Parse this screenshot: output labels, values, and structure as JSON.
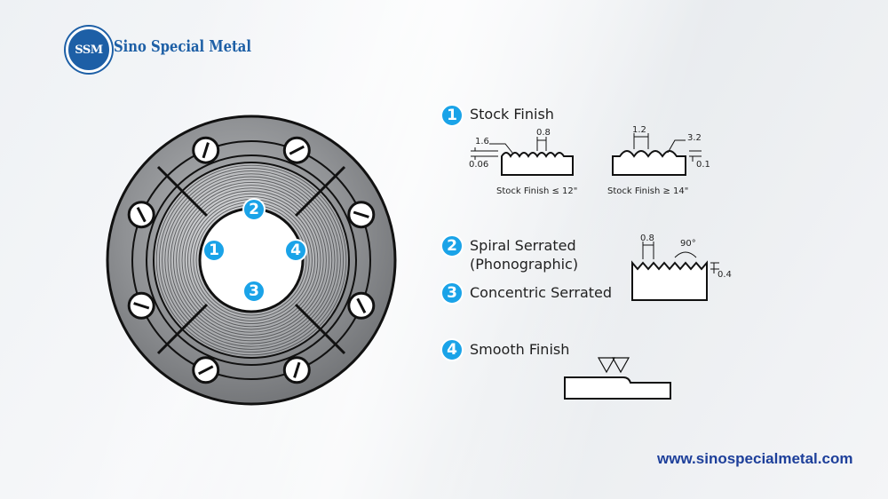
{
  "logo": {
    "badge_text": "SSM",
    "name": "Sino Special Metal"
  },
  "colors": {
    "accent": "#1aa3e8",
    "brand": "#1d5fa6",
    "metal": "#8d8f92"
  },
  "flange_markers": [
    "1",
    "2",
    "3",
    "4"
  ],
  "items": [
    {
      "number": "1",
      "label": "Stock Finish"
    },
    {
      "number": "2",
      "label_line1": "Spiral Serrated",
      "label_line2": "(Phonographic)"
    },
    {
      "number": "3",
      "label": "Concentric Serrated"
    },
    {
      "number": "4",
      "label": "Smooth Finish"
    }
  ],
  "stock_finish_small": {
    "dim_a": "1.6",
    "dim_b": "0.8",
    "dim_c": "0.06",
    "caption": "Stock Finish ≤ 12\""
  },
  "stock_finish_large": {
    "dim_a": "1.2",
    "dim_b": "3.2",
    "dim_c": "0.1",
    "caption": "Stock Finish ≥ 14\""
  },
  "serrated": {
    "pitch": "0.8",
    "angle": "90°",
    "depth": "0.4"
  },
  "website": "www.sinospecialmetal.com"
}
